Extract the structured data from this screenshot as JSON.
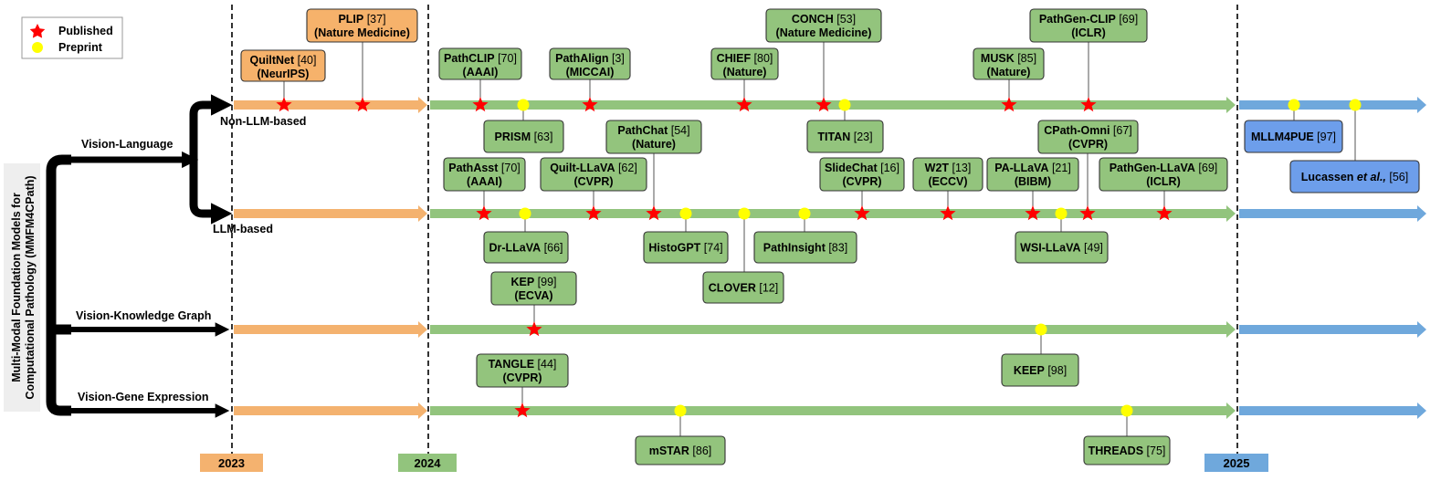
{
  "legend": {
    "published": "Published",
    "preprint": "Preprint"
  },
  "root_label": {
    "line1": "Multi-Modal Foundation Models for",
    "line2": "Computational Pathology (MMFM4CPath)"
  },
  "branches": {
    "vision_language": "Vision-Language",
    "non_llm": "Non-LLM-based",
    "llm": "LLM-based",
    "vision_kg": "Vision-Knowledge Graph",
    "vision_gene": "Vision-Gene Expression"
  },
  "years": [
    "2023",
    "2024",
    "2025"
  ],
  "colors": {
    "y2023": "#F4B26F",
    "y2024": "#92C47D",
    "y2025": "#6FA8DC",
    "box2023": "#F6B26B",
    "box2024": "#93C47D",
    "box2025": "#6D9EEB",
    "star": "#FF0000",
    "dot": "#FFFF00"
  },
  "models": [
    {
      "id": "quiltnet",
      "name": "QuiltNet",
      "ref": " [40]",
      "venue": "(NeurIPS)"
    },
    {
      "id": "plip",
      "name": "PLIP",
      "ref": " [37]",
      "venue": "(Nature Medicine)"
    },
    {
      "id": "pathclip",
      "name": "PathCLIP",
      "ref": " [70]",
      "venue": "(AAAI)"
    },
    {
      "id": "pathalign",
      "name": "PathAlign",
      "ref": " [3]",
      "venue": "(MICCAI)"
    },
    {
      "id": "chief",
      "name": "CHIEF",
      "ref": " [80]",
      "venue": "(Nature)"
    },
    {
      "id": "conch",
      "name": "CONCH",
      "ref": " [53]",
      "venue": "(Nature Medicine)"
    },
    {
      "id": "musk",
      "name": "MUSK",
      "ref": " [85]",
      "venue": "(Nature)"
    },
    {
      "id": "pathgenclip",
      "name": "PathGen-CLIP",
      "ref": " [69]",
      "venue": "(ICLR)"
    },
    {
      "id": "prism",
      "name": "PRISM",
      "ref": " [63]",
      "venue": ""
    },
    {
      "id": "titan",
      "name": "TITAN",
      "ref": " [23]",
      "venue": ""
    },
    {
      "id": "mllm4pue",
      "name": "MLLM4PUE",
      "ref": " [97]",
      "venue": ""
    },
    {
      "id": "lucassen",
      "name": "Lucassen",
      "ref": " [56]",
      "venue": "",
      "name_suffix": " et al.,"
    },
    {
      "id": "pathchat",
      "name": "PathChat",
      "ref": " [54]",
      "venue": "(Nature)"
    },
    {
      "id": "cpathomni",
      "name": "CPath-Omni",
      "ref": " [67]",
      "venue": "(CVPR)"
    },
    {
      "id": "pathasst",
      "name": "PathAsst",
      "ref": " [70]",
      "venue": "(AAAI)"
    },
    {
      "id": "quiltllava",
      "name": "Quilt-LLaVA",
      "ref": " [62]",
      "venue": "(CVPR)"
    },
    {
      "id": "slidechat",
      "name": "SlideChat",
      "ref": " [16]",
      "venue": "(CVPR)"
    },
    {
      "id": "w2t",
      "name": "W2T",
      "ref": " [13]",
      "venue": "(ECCV)"
    },
    {
      "id": "pallava",
      "name": "PA-LLaVA",
      "ref": " [21]",
      "venue": "(BIBM)"
    },
    {
      "id": "pathgenllava",
      "name": "PathGen-LLaVA",
      "ref": " [69]",
      "venue": "(ICLR)"
    },
    {
      "id": "drllava",
      "name": "Dr-LLaVA",
      "ref": " [66]",
      "venue": ""
    },
    {
      "id": "histogpt",
      "name": "HistoGPT",
      "ref": " [74]",
      "venue": ""
    },
    {
      "id": "pathinsight",
      "name": "PathInsight",
      "ref": " [83]",
      "venue": ""
    },
    {
      "id": "wsillava",
      "name": "WSI-LLaVA",
      "ref": " [49]",
      "venue": ""
    },
    {
      "id": "clover",
      "name": "CLOVER",
      "ref": " [12]",
      "venue": ""
    },
    {
      "id": "kep",
      "name": "KEP",
      "ref": " [99]",
      "venue": "(ECVA)"
    },
    {
      "id": "keep",
      "name": "KEEP",
      "ref": " [98]",
      "venue": ""
    },
    {
      "id": "tangle",
      "name": "TANGLE",
      "ref": " [44]",
      "venue": "(CVPR)"
    },
    {
      "id": "mstar",
      "name": "mSTAR",
      "ref": " [86]",
      "venue": ""
    },
    {
      "id": "threads",
      "name": "THREADS",
      "ref": " [75]",
      "venue": ""
    }
  ]
}
